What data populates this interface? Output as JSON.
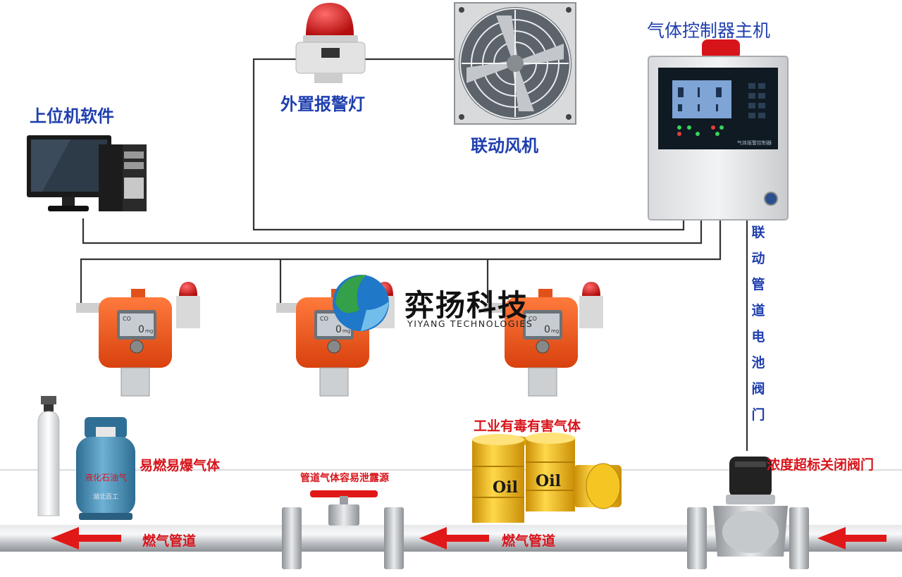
{
  "labels": {
    "host_software": "上位机软件",
    "alarm_light": "外置报警灯",
    "linked_fan": "联动风机",
    "controller_host": "气体控制器主机",
    "valve_vertical": "联动管道电池阀门",
    "brand_name": "弈扬科技",
    "brand_en": "YIYANG TECHNOLOGIES",
    "toxic_gas": "工业有毒有害气体",
    "flammable_gas": "易燃易爆气体",
    "leak_source": "管道气体容易泄露源",
    "overlimit_close": "浓度超标关闭阀门",
    "gas_pipe_left": "燃气管道",
    "gas_pipe_right": "燃气管道"
  },
  "props": {
    "detector_reading": "0",
    "detector_unit": "mg",
    "detector_gas": "CO",
    "oil_label_1": "Oil",
    "oil_label_2": "Oil",
    "lpg_label": "液化石油气",
    "lpg_maker": "湖北百工",
    "panel_name": "气体报警控制器"
  },
  "colors": {
    "label_blue": "#1f3fae",
    "label_red": "#d8141b",
    "wire": "#333333",
    "detector_orange": "#f0561c",
    "pipe": "#bfc3c7",
    "arrow_red": "#e01818",
    "oil_yellow": "#f2bf12",
    "lpg_blue": "#3f86b0",
    "logo_green": "#34a04a",
    "logo_blue": "#1f78c8"
  }
}
